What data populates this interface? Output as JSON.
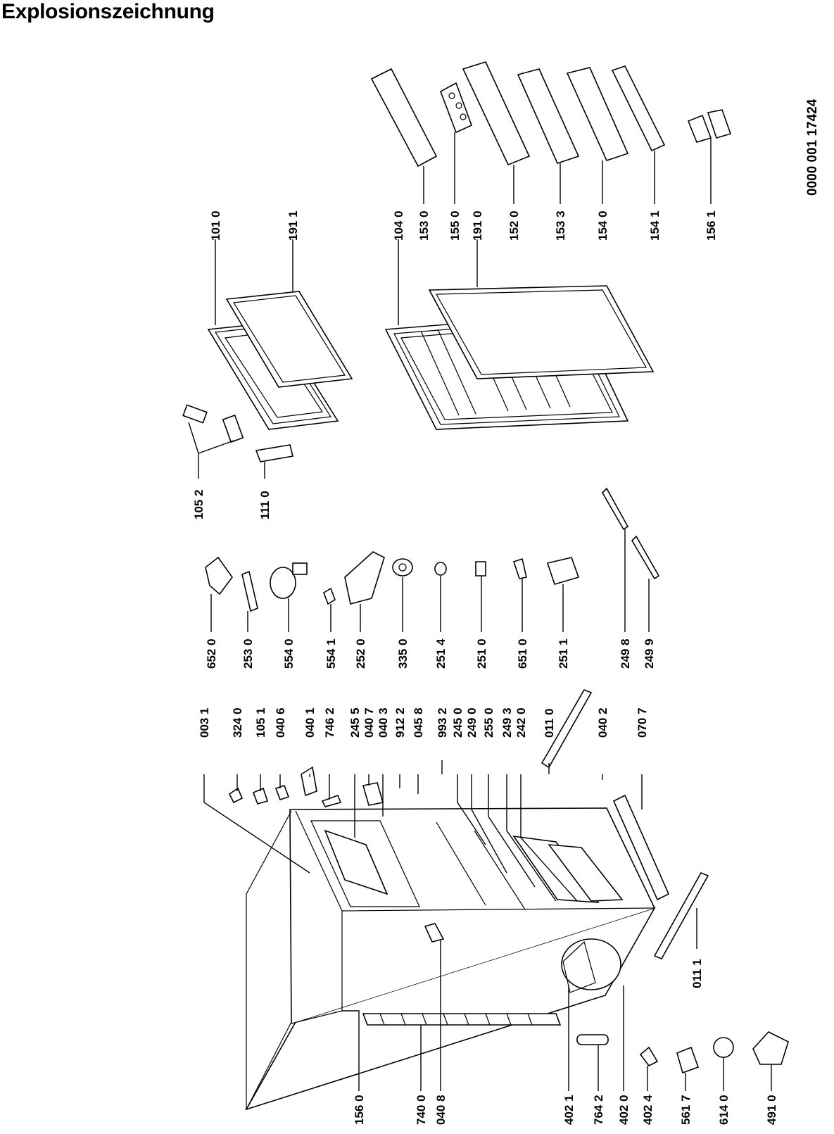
{
  "title": "Explosionszeichnung",
  "document_number": "0000  001 17424",
  "labels": {
    "l0031": "003 1",
    "l3240": "324 0",
    "l1051": "105 1",
    "l0406": "040 6",
    "l0401": "040 1",
    "l7462": "746 2",
    "l2455": "245 5",
    "l0407": "040 7",
    "l0403": "040 3",
    "l9122": "912 2",
    "l0458": "045 8",
    "l9932": "993 2",
    "l2450": "245 0",
    "l2490": "249 0",
    "l2550": "255 0",
    "l2493": "249 3",
    "l2420": "242 0",
    "l0110": "011 0",
    "l0402": "040 2",
    "l0707": "070 7",
    "l6520": "652 0",
    "l2530": "253 0",
    "l5540": "554 0",
    "l5541": "554 1",
    "l2520": "252 0",
    "l3350": "335 0",
    "l2514": "251 4",
    "l2510": "251 0",
    "l6510": "651 0",
    "l2511": "251 1",
    "l2498": "249 8",
    "l2499": "249 9",
    "l1052": "105 2",
    "l1110": "111 0",
    "l1010": "101 0",
    "l1911": "191 1",
    "l1040": "104 0",
    "l1530": "153 0",
    "l1550": "155 0",
    "l1910": "191 0",
    "l1520": "152 0",
    "l1533": "153 3",
    "l1540": "154 0",
    "l1541": "154 1",
    "l1561": "156 1",
    "l1560": "156 0",
    "l7400": "740 0",
    "l0408": "040 8",
    "l4021": "402 1",
    "l7642": "764 2",
    "l4020": "402 0",
    "l4024": "402 4",
    "l5617": "561 7",
    "l6140": "614 0",
    "l4910": "491 0",
    "l0111": "011 1"
  }
}
